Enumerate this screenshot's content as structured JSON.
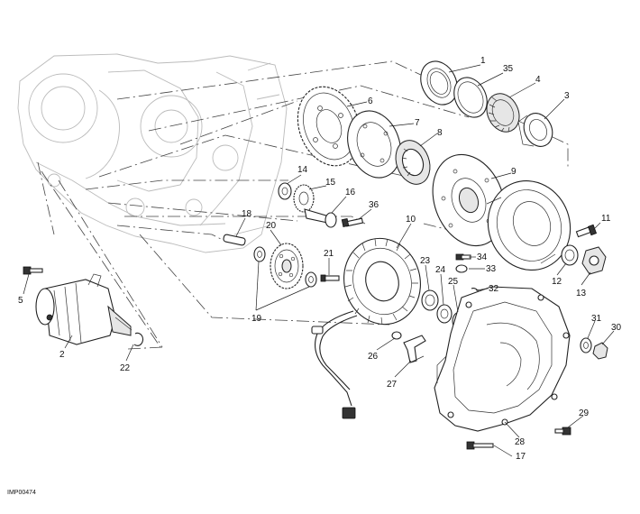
{
  "diagram": {
    "code": "IMP00474",
    "callouts": [
      {
        "id": "1",
        "label": "1"
      },
      {
        "id": "35",
        "label": "35"
      },
      {
        "id": "4",
        "label": "4"
      },
      {
        "id": "3",
        "label": "3"
      },
      {
        "id": "6",
        "label": "6"
      },
      {
        "id": "7",
        "label": "7"
      },
      {
        "id": "8",
        "label": "8"
      },
      {
        "id": "9",
        "label": "9"
      },
      {
        "id": "14",
        "label": "14"
      },
      {
        "id": "15",
        "label": "15"
      },
      {
        "id": "16",
        "label": "16"
      },
      {
        "id": "36",
        "label": "36"
      },
      {
        "id": "18",
        "label": "18"
      },
      {
        "id": "20",
        "label": "20"
      },
      {
        "id": "10",
        "label": "10"
      },
      {
        "id": "11",
        "label": "11"
      },
      {
        "id": "34",
        "label": "34"
      },
      {
        "id": "33",
        "label": "33"
      },
      {
        "id": "21",
        "label": "21"
      },
      {
        "id": "23",
        "label": "23"
      },
      {
        "id": "24",
        "label": "24"
      },
      {
        "id": "25",
        "label": "25"
      },
      {
        "id": "32",
        "label": "32"
      },
      {
        "id": "12",
        "label": "12"
      },
      {
        "id": "13",
        "label": "13"
      },
      {
        "id": "5",
        "label": "5"
      },
      {
        "id": "19",
        "label": "19"
      },
      {
        "id": "2",
        "label": "2"
      },
      {
        "id": "22",
        "label": "22"
      },
      {
        "id": "26",
        "label": "26"
      },
      {
        "id": "27",
        "label": "27"
      },
      {
        "id": "31",
        "label": "31"
      },
      {
        "id": "30",
        "label": "30"
      },
      {
        "id": "29",
        "label": "29"
      },
      {
        "id": "28",
        "label": "28"
      },
      {
        "id": "17",
        "label": "17"
      }
    ]
  }
}
